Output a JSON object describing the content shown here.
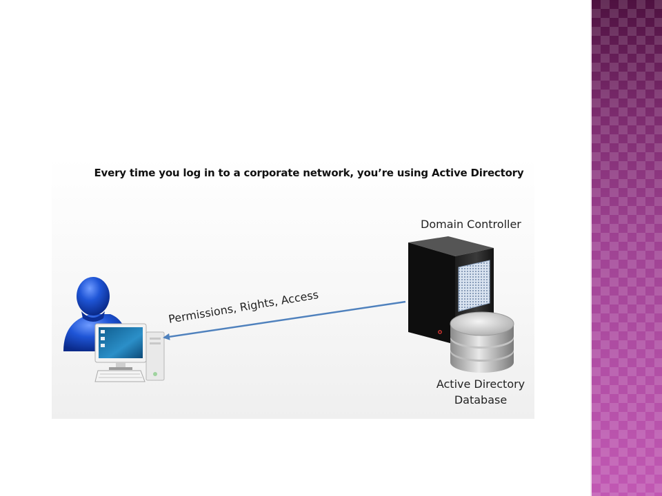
{
  "title": "Every time you log in to a corporate network, you’re using Active Directory",
  "nodes": {
    "domain_controller": "Domain Controller",
    "database_line1": "Active Directory",
    "database_line2": "Database"
  },
  "edge": {
    "label": "Permissions, Rights, Access",
    "color": "#4f81bd"
  },
  "colors": {
    "side_band": "#9e4292",
    "user_figure": "#1a4fc6"
  }
}
